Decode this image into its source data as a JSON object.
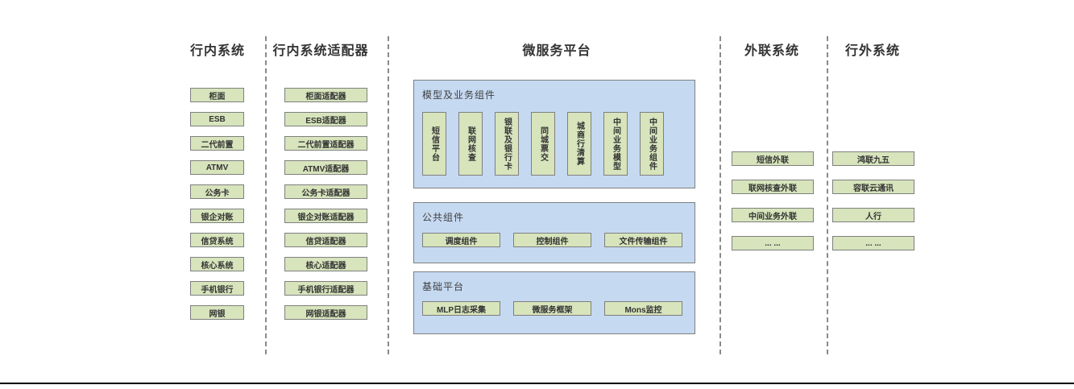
{
  "diagram": {
    "columns": [
      {
        "id": "internal-systems",
        "title": "行内系统",
        "items": [
          "柜面",
          "ESB",
          "二代前置",
          "ATMV",
          "公务卡",
          "银企对账",
          "信贷系统",
          "核心系统",
          "手机银行",
          "网银"
        ]
      },
      {
        "id": "internal-system-adapters",
        "title": "行内系统适配器",
        "items": [
          "柜面适配器",
          "ESB适配器",
          "二代前置适配器",
          "ATMV适配器",
          "公务卡适配器",
          "银企对账适配器",
          "信贷适配器",
          "核心适配器",
          "手机银行适配器",
          "网银适配器"
        ]
      },
      {
        "id": "microservice-platform",
        "title": "微服务平台"
      },
      {
        "id": "outreach-systems",
        "title": "外联系统",
        "items": [
          "短信外联",
          "联网核查外联",
          "中间业务外联",
          "... ..."
        ]
      },
      {
        "id": "external-systems",
        "title": "行外系统",
        "items": [
          "鸿联九五",
          "容联云通讯",
          "人行",
          "... ..."
        ]
      }
    ],
    "platform_groups": {
      "model_business": {
        "label": "模型及业务组件",
        "items": [
          "短信平台",
          "联网核查",
          "银联及银行卡",
          "同城票交",
          "城商行清算",
          "中间业务模型",
          "中间业务组件"
        ]
      },
      "common": {
        "label": "公共组件",
        "items": [
          "调度组件",
          "控制组件",
          "文件传输组件"
        ]
      },
      "base": {
        "label": "基础平台",
        "items": [
          "MLP日志采集",
          "微服务框架",
          "Mons监控"
        ]
      }
    },
    "colors": {
      "box_green": "#d7e4bc",
      "panel_blue": "#c5d9f1",
      "border_gray": "#7f7f7f",
      "divider_gray": "#8a8a8a",
      "bottom_line": "#000000"
    }
  }
}
